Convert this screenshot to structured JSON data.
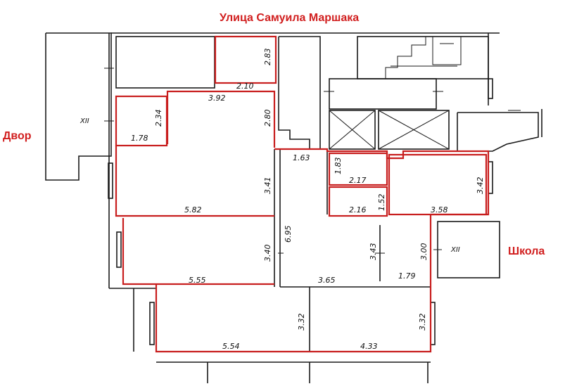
{
  "labels": {
    "street": "Улица Самуила Маршака",
    "yard": "Двор",
    "school": "Школа",
    "room_mark_left": "XII",
    "room_mark_right": "XII"
  },
  "dimensions": {
    "d_283": "2.83",
    "d_210": "2.10",
    "d_392": "3.92",
    "d_280": "2.80",
    "d_234": "2.34",
    "d_178": "1.78",
    "d_163": "1.63",
    "d_183": "1.83",
    "d_217": "2.17",
    "d_342": "3.42",
    "d_341": "3.41",
    "d_582": "5.82",
    "d_152": "1.52",
    "d_216": "2.16",
    "d_358": "3.58",
    "d_695": "6.95",
    "d_340": "3.40",
    "d_555": "5.55",
    "d_343": "3.43",
    "d_300": "3.00",
    "d_179": "1.79",
    "d_365": "3.65",
    "d_332a": "3.32",
    "d_554": "5.54",
    "d_332b": "3.32",
    "d_433": "4.33"
  },
  "colors": {
    "highlight": "#c81e1e",
    "wall": "#1a1a1a",
    "label_red": "#d11f1f"
  }
}
